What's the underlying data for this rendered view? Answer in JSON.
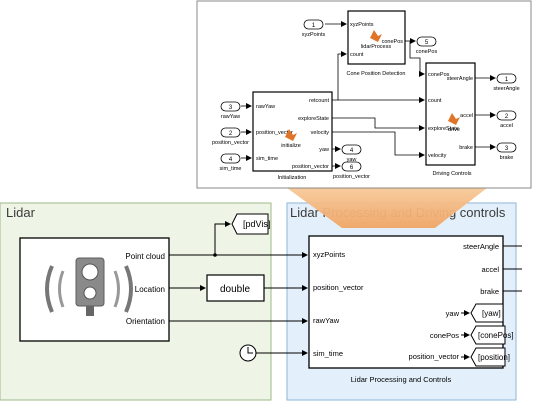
{
  "lidar": {
    "area_title": "Lidar",
    "ports": [
      "Point cloud",
      "Location",
      "Orientation"
    ],
    "goto_pdvis": "[pdVis]"
  },
  "convert": {
    "label": "double"
  },
  "lpc": {
    "area_title": "Lidar Processing and Driving controls",
    "inputs": [
      "xyzPoints",
      "position_vector",
      "rawYaw",
      "sim_time"
    ],
    "outputs": [
      "steerAngle",
      "accel",
      "brake",
      "yaw",
      "conePos",
      "position_vector"
    ],
    "name": "Lidar Processing and Controls",
    "gotos": [
      "[yaw]",
      "[conePos]",
      "[position]"
    ]
  },
  "sub": {
    "in_xyz": {
      "num": "1",
      "name": "xyzPoints"
    },
    "in_rawyaw": {
      "num": "3",
      "name": "rawYaw"
    },
    "in_posvec": {
      "num": "2",
      "name": "position_vector"
    },
    "in_simtime": {
      "num": "4",
      "name": "sim_time"
    },
    "cone": {
      "ports_in": [
        "xyzPoints",
        "count"
      ],
      "port_out": "conePos",
      "fn": "lidarProcess",
      "title": "Cone Position Detection"
    },
    "init": {
      "ports_in": [
        "rawYaw",
        "position_vector",
        "sim_time"
      ],
      "ports_out": [
        "retcount",
        "exploreState",
        "velocity",
        "yaw",
        "position_vector"
      ],
      "fn": "initialize",
      "title": "Initialization"
    },
    "drive": {
      "ports_in": [
        "conePos",
        "count",
        "exploreState",
        "velocity"
      ],
      "ports_out": [
        "steerAngle",
        "accel",
        "brake"
      ],
      "fn": "drive",
      "title": "Driving Controls"
    },
    "out_conepos": {
      "num": "5",
      "name": "conePos"
    },
    "out_yaw": {
      "num": "4",
      "name": "yaw"
    },
    "out_posvec": {
      "num": "6",
      "name": "position_vector"
    },
    "out_steer": {
      "num": "1",
      "name": "steerAngle"
    },
    "out_accel": {
      "num": "2",
      "name": "accel"
    },
    "out_brake": {
      "num": "3",
      "name": "brake"
    }
  },
  "colors": {
    "lidar_area": "#eef5e6",
    "lpc_area": "#e3f0fb",
    "zoom_arrow": "#f2b277",
    "matlab_icon": "#e0752a"
  }
}
